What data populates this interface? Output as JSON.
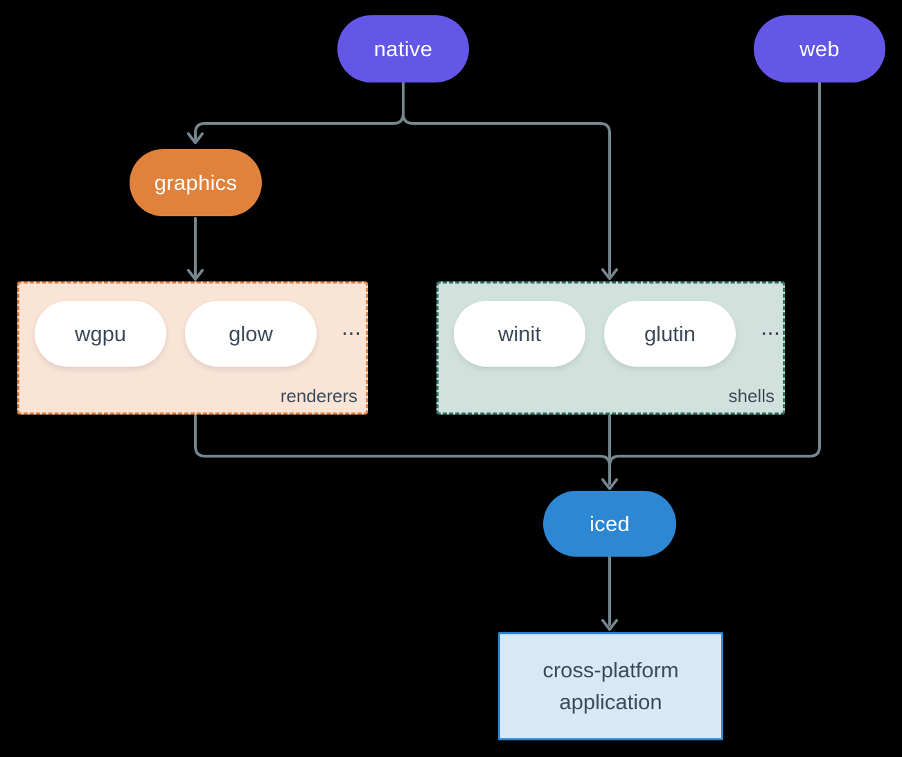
{
  "colors": {
    "background": "#000000",
    "connector": "#76868F",
    "native_fill": "#6457E8",
    "web_fill": "#6457E8",
    "graphics_fill": "#E0823C",
    "iced_fill": "#2E87D2",
    "renderers_fill": "#F9E4D6",
    "renderers_border": "#E0823C",
    "shells_fill": "#D1E2DD",
    "shells_border": "#2C7568",
    "application_fill": "#D8E8F7",
    "application_border": "#2E87D2",
    "pill_text_light": "#FFFFFF",
    "text_dark": "#3C4A5A"
  },
  "nodes": {
    "native": {
      "label": "native"
    },
    "web": {
      "label": "web"
    },
    "graphics": {
      "label": "graphics"
    },
    "iced": {
      "label": "iced"
    },
    "application": {
      "line1": "cross-platform",
      "line2": "application"
    }
  },
  "groups": {
    "renderers": {
      "label": "renderers",
      "items": [
        "wgpu",
        "glow"
      ],
      "ellipsis": "..."
    },
    "shells": {
      "label": "shells",
      "items": [
        "winit",
        "glutin"
      ],
      "ellipsis": "..."
    }
  },
  "edges": [
    "native -> graphics",
    "native -> shells",
    "graphics -> renderers",
    "renderers -> iced",
    "shells -> iced",
    "web -> iced",
    "iced -> application"
  ]
}
